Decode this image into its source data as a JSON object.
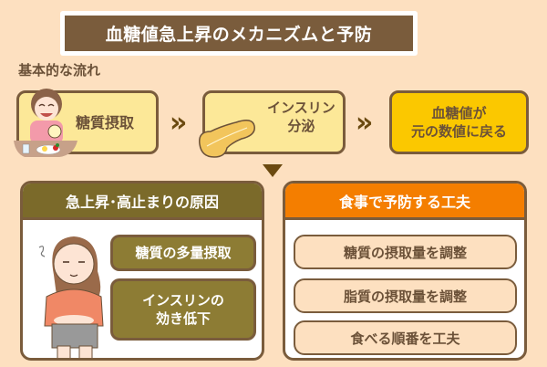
{
  "title": "血糖値急上昇のメカニズムと予防",
  "flow": {
    "label": "基本的な流れ",
    "steps": [
      {
        "text": "糖質摂取",
        "illustration": "woman-eating-meal"
      },
      {
        "line1": "インスリン",
        "line2": "分泌",
        "illustration": "pancreas"
      },
      {
        "line1": "血糖値が",
        "line2": "元の数値に戻る"
      }
    ],
    "arrow_glyph": "»"
  },
  "causes": {
    "header": "急上昇･高止まりの原因",
    "illustration": "worried-woman-holding-belly",
    "items": [
      {
        "line1": "糖質の多量摂取",
        "line2": ""
      },
      {
        "line1": "インスリンの",
        "line2": "効き低下"
      }
    ]
  },
  "prevention": {
    "header": "食事で予防する工夫",
    "items": [
      "糖質の摂取量を調整",
      "脂質の摂取量を調整",
      "食べる順番を工夫"
    ]
  },
  "colors": {
    "background": "#fde0c0",
    "brown": "#7a5c3c",
    "light_yellow": "#fce898",
    "gold": "#fbc800",
    "olive": "#8d7c34",
    "orange": "#f47e00"
  }
}
